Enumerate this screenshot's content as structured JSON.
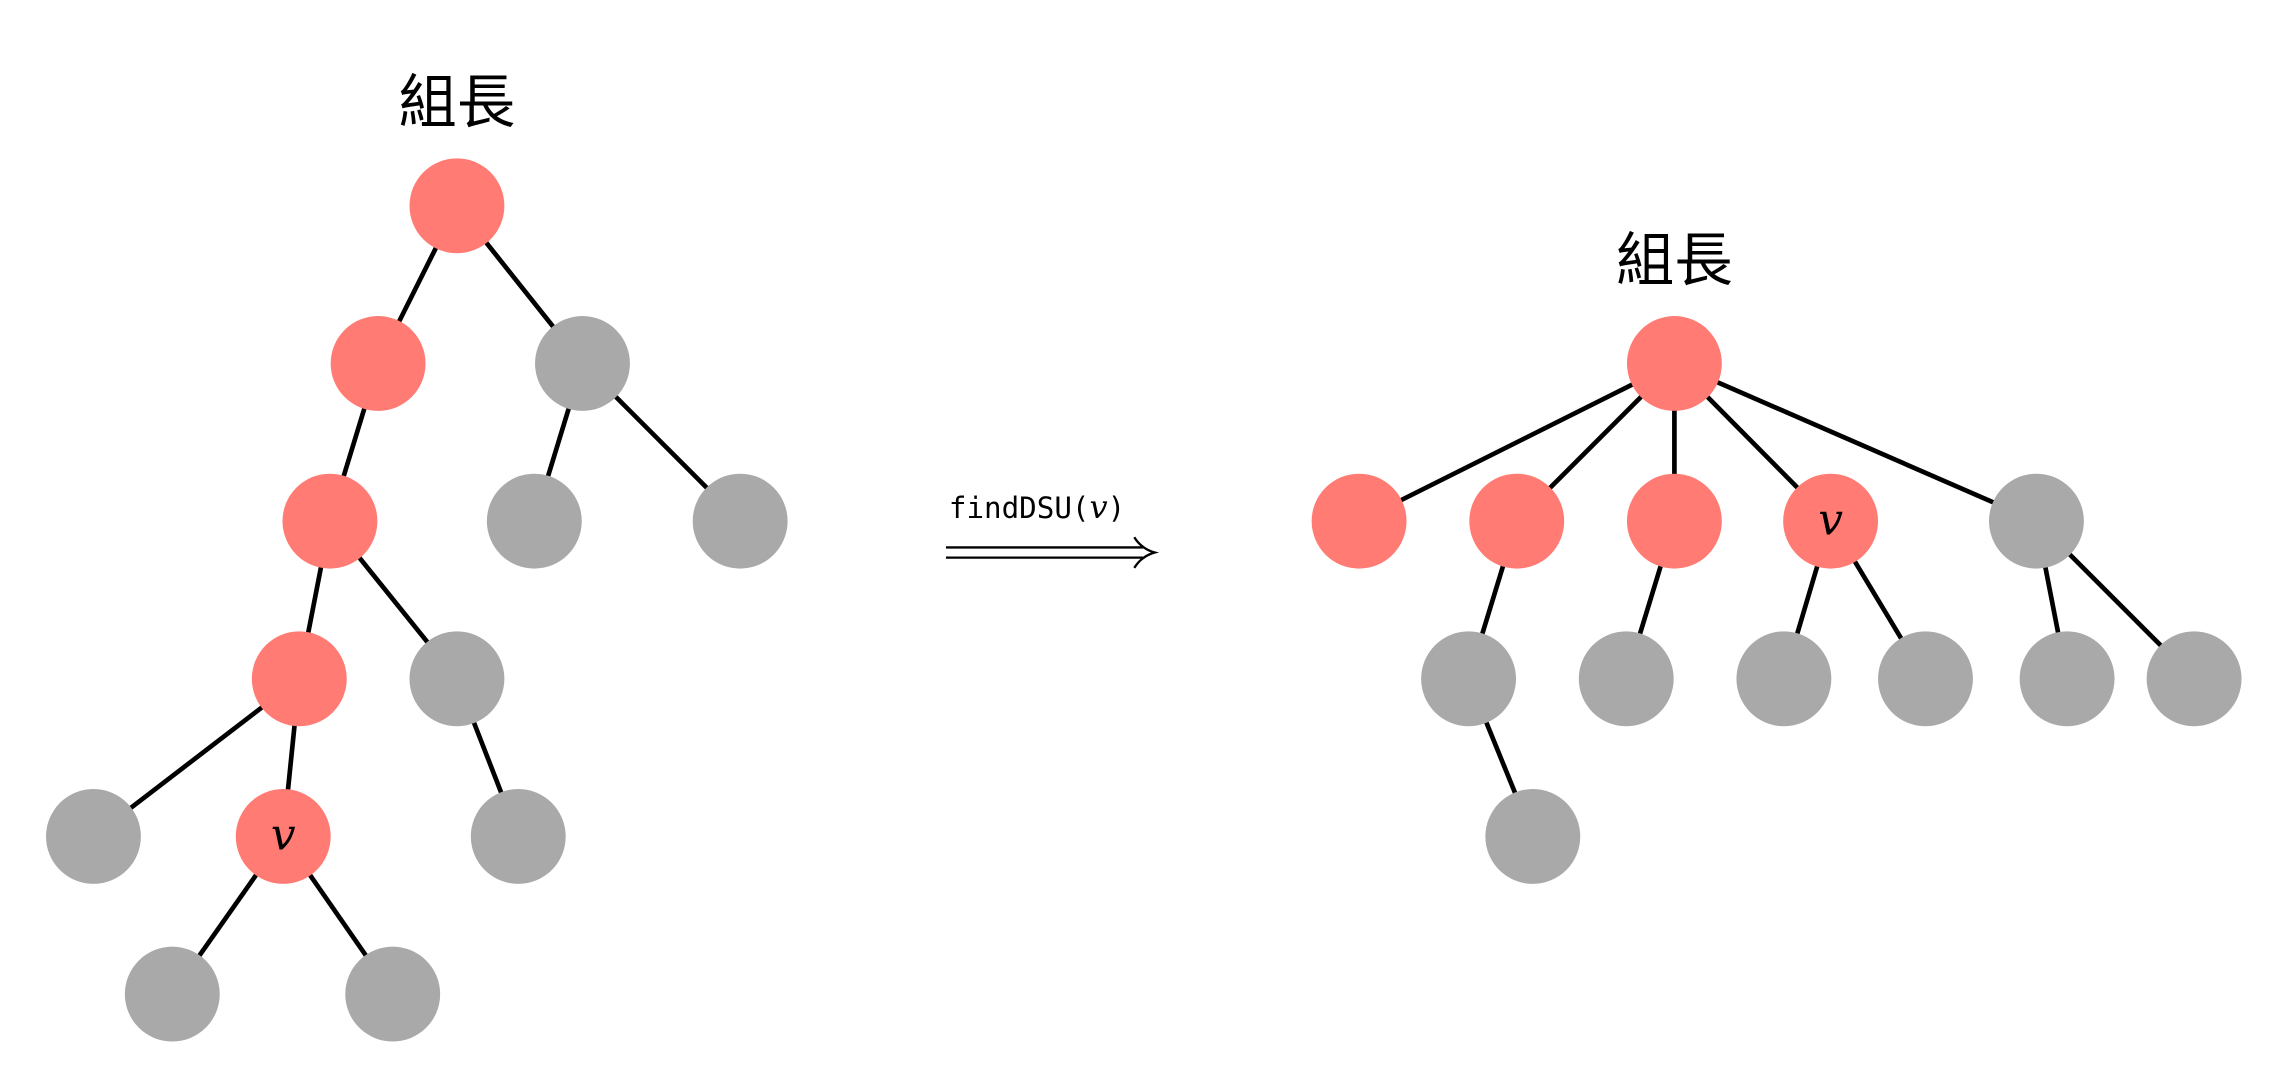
{
  "colors": {
    "highlight": "#FF7B73",
    "normal": "#A9A9A9",
    "edge": "#000000"
  },
  "before": {
    "root_label": "組長",
    "nodes": [
      {
        "id": "A",
        "parent": null,
        "highlight": true,
        "label": ""
      },
      {
        "id": "B",
        "parent": "A",
        "highlight": true,
        "label": ""
      },
      {
        "id": "C",
        "parent": "A",
        "highlight": false,
        "label": ""
      },
      {
        "id": "D",
        "parent": "B",
        "highlight": true,
        "label": ""
      },
      {
        "id": "E",
        "parent": "C",
        "highlight": false,
        "label": ""
      },
      {
        "id": "F",
        "parent": "C",
        "highlight": false,
        "label": ""
      },
      {
        "id": "G",
        "parent": "D",
        "highlight": true,
        "label": ""
      },
      {
        "id": "H",
        "parent": "D",
        "highlight": false,
        "label": ""
      },
      {
        "id": "I",
        "parent": "G",
        "highlight": false,
        "label": ""
      },
      {
        "id": "V",
        "parent": "G",
        "highlight": true,
        "label": "v"
      },
      {
        "id": "J",
        "parent": "H",
        "highlight": false,
        "label": ""
      },
      {
        "id": "K",
        "parent": "V",
        "highlight": false,
        "label": ""
      },
      {
        "id": "L",
        "parent": "V",
        "highlight": false,
        "label": ""
      }
    ]
  },
  "operation": {
    "name": "findDSU(",
    "arg": "v",
    "close": ")"
  },
  "after": {
    "root_label": "組長",
    "nodes": [
      {
        "id": "R",
        "parent": null,
        "highlight": true,
        "label": ""
      },
      {
        "id": "r1",
        "parent": "R",
        "highlight": true,
        "label": ""
      },
      {
        "id": "r2",
        "parent": "R",
        "highlight": true,
        "label": ""
      },
      {
        "id": "r3",
        "parent": "R",
        "highlight": true,
        "label": ""
      },
      {
        "id": "r4",
        "parent": "R",
        "highlight": true,
        "label": "v"
      },
      {
        "id": "r5",
        "parent": "R",
        "highlight": false,
        "label": ""
      },
      {
        "id": "r2a",
        "parent": "r2",
        "highlight": false,
        "label": ""
      },
      {
        "id": "r2b",
        "parent": "r2a",
        "highlight": false,
        "label": ""
      },
      {
        "id": "r3a",
        "parent": "r3",
        "highlight": false,
        "label": ""
      },
      {
        "id": "r4a",
        "parent": "r4",
        "highlight": false,
        "label": ""
      },
      {
        "id": "r4b",
        "parent": "r4",
        "highlight": false,
        "label": ""
      },
      {
        "id": "r5a",
        "parent": "r5",
        "highlight": false,
        "label": ""
      },
      {
        "id": "r5b",
        "parent": "r5",
        "highlight": false,
        "label": ""
      }
    ]
  }
}
